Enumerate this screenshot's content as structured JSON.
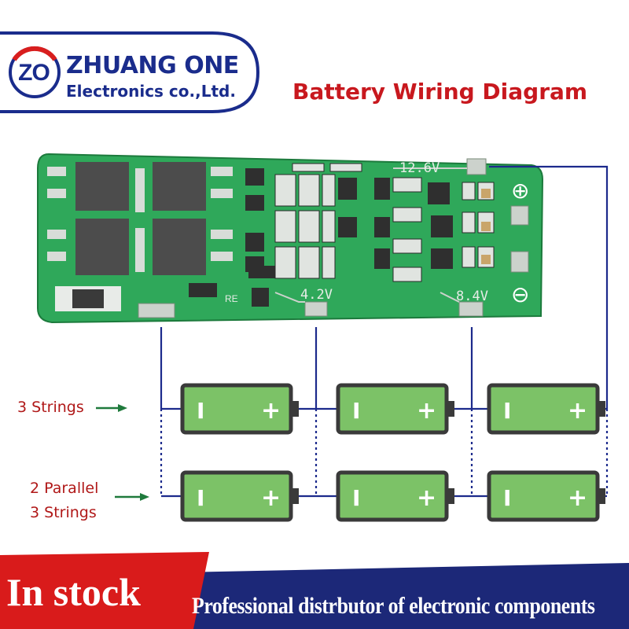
{
  "brand": {
    "logo_mark": "ZO",
    "name": "ZHUANG ONE",
    "subtitle": "Electronics co.,Ltd."
  },
  "title": "Battery Wiring Diagram",
  "board": {
    "voltage_labels": [
      "12.6V",
      "4.2V",
      "8.4V"
    ],
    "silkscreen_mark": "RE",
    "plus_symbol": "⊕",
    "minus_symbol": "⊖"
  },
  "rows": [
    {
      "label": "3 Strings",
      "cell_count": 3
    },
    {
      "label": "2 Parallel\n3 Strings",
      "cell_count": 3
    }
  ],
  "cell_terminals": {
    "negative": "I",
    "positive": "+"
  },
  "footer": {
    "stock": "In stock",
    "tagline": "Professional distrbutor of electronic components"
  },
  "colors": {
    "brand_blue": "#1a2c8c",
    "title_red": "#c8181e",
    "pcb_green": "#2fa85a",
    "cell_green": "#7cc267",
    "wire_blue": "#1c2a8c",
    "footer_red": "#d91b1b",
    "footer_navy": "#1c2878"
  }
}
